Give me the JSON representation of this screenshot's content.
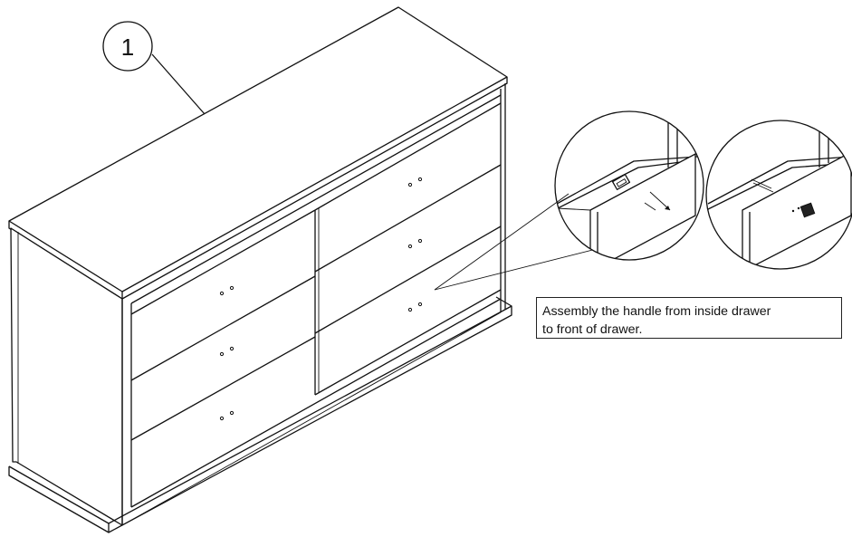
{
  "callout": {
    "number": "1"
  },
  "note": {
    "line1": "Assembly the handle from inside drawer",
    "line2": "to front of drawer."
  },
  "colors": {
    "line": "#111111",
    "background": "#ffffff"
  }
}
